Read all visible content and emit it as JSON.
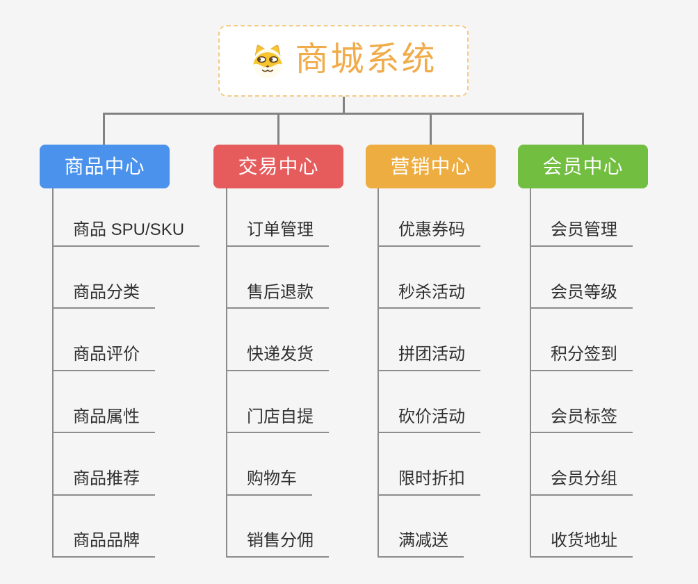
{
  "canvas": {
    "background_color": "#f5f5f5",
    "connector_color": "#828282",
    "underline_color": "#8c8c8c",
    "topic_text_color": "#303030"
  },
  "root": {
    "label": "商城系统",
    "icon": "dog-face-icon",
    "text_color": "#f0ac4b",
    "border_color": "#f4ca85",
    "background_color": "#ffffff"
  },
  "tree": {
    "branches": [
      {
        "label": "商品中心",
        "color": "#4a92ec",
        "children": [
          "商品 SPU/SKU",
          "商品分类",
          "商品评价",
          "商品属性",
          "商品推荐",
          "商品品牌"
        ]
      },
      {
        "label": "交易中心",
        "color": "#e65c5c",
        "children": [
          "订单管理",
          "售后退款",
          "快递发货",
          "门店自提",
          "购物车",
          "销售分佣"
        ]
      },
      {
        "label": "营销中心",
        "color": "#edad41",
        "children": [
          "优惠券码",
          "秒杀活动",
          "拼团活动",
          "砍价活动",
          "限时折扣",
          "满减送"
        ]
      },
      {
        "label": "会员中心",
        "color": "#71be40",
        "children": [
          "会员管理",
          "会员等级",
          "积分签到",
          "会员标签",
          "会员分组",
          "收货地址"
        ]
      }
    ]
  }
}
